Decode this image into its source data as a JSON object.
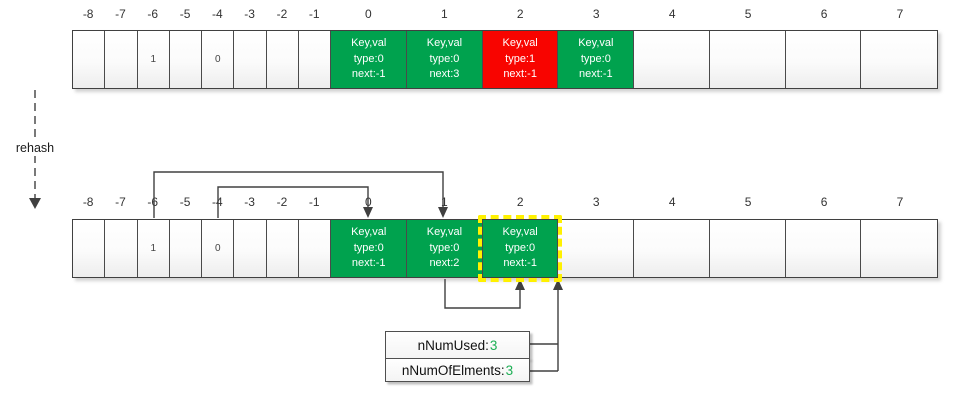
{
  "rehash_label": "rehash",
  "arrays": {
    "before": {
      "cells": [
        {
          "index": "-8",
          "type": "empty"
        },
        {
          "index": "-7",
          "type": "empty"
        },
        {
          "index": "-6",
          "type": "empty",
          "value": "1"
        },
        {
          "index": "-5",
          "type": "empty"
        },
        {
          "index": "-4",
          "type": "empty",
          "value": "0"
        },
        {
          "index": "-3",
          "type": "empty"
        },
        {
          "index": "-2",
          "type": "empty"
        },
        {
          "index": "-1",
          "type": "empty"
        },
        {
          "index": "0",
          "type": "entry",
          "color": "green",
          "lines": [
            "Key,val",
            "type:0",
            "next:-1"
          ]
        },
        {
          "index": "1",
          "type": "entry",
          "color": "green",
          "lines": [
            "Key,val",
            "type:0",
            "next:3"
          ]
        },
        {
          "index": "2",
          "type": "entry",
          "color": "red",
          "lines": [
            "Key,val",
            "type:1",
            "next:-1"
          ]
        },
        {
          "index": "3",
          "type": "entry",
          "color": "green",
          "lines": [
            "Key,val",
            "type:0",
            "next:-1"
          ]
        },
        {
          "index": "4",
          "type": "empty"
        },
        {
          "index": "5",
          "type": "empty"
        },
        {
          "index": "6",
          "type": "empty"
        },
        {
          "index": "7",
          "type": "empty"
        }
      ]
    },
    "after": {
      "cells": [
        {
          "index": "-8",
          "type": "empty"
        },
        {
          "index": "-7",
          "type": "empty"
        },
        {
          "index": "-6",
          "type": "empty",
          "value": "1"
        },
        {
          "index": "-5",
          "type": "empty"
        },
        {
          "index": "-4",
          "type": "empty",
          "value": "0"
        },
        {
          "index": "-3",
          "type": "empty"
        },
        {
          "index": "-2",
          "type": "empty"
        },
        {
          "index": "-1",
          "type": "empty"
        },
        {
          "index": "0",
          "type": "entry",
          "color": "green",
          "lines": [
            "Key,val",
            "type:0",
            "next:-1"
          ]
        },
        {
          "index": "1",
          "type": "entry",
          "color": "green",
          "lines": [
            "Key,val",
            "type:0",
            "next:2"
          ]
        },
        {
          "index": "2",
          "type": "entry",
          "color": "green",
          "highlighted": true,
          "lines": [
            "Key,val",
            "type:0",
            "next:-1"
          ]
        },
        {
          "index": "3",
          "type": "empty"
        },
        {
          "index": "4",
          "type": "empty"
        },
        {
          "index": "5",
          "type": "empty"
        },
        {
          "index": "6",
          "type": "empty"
        },
        {
          "index": "7",
          "type": "empty"
        }
      ]
    }
  },
  "counters": [
    {
      "label": "nNumUsed:",
      "value": "3"
    },
    {
      "label": "nNumOfElments:",
      "value": "3"
    }
  ],
  "colors": {
    "entry_green": "#00A24E",
    "entry_red": "#F80400",
    "highlight_yellow": "#FFF100",
    "counter_value_green": "#1CAF54",
    "line": "#404040"
  }
}
